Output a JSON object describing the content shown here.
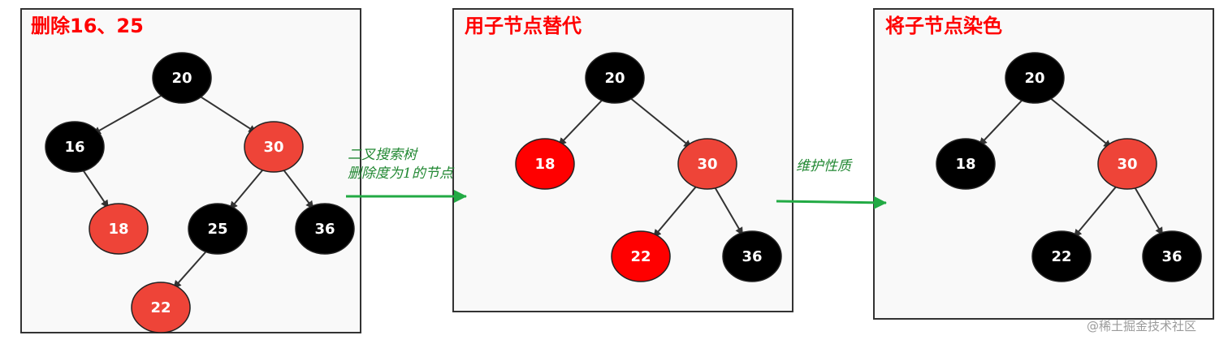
{
  "colors": {
    "black_node": "#000000",
    "red_node": "#ee4438",
    "pure_red_node": "#ff0000",
    "title": "#ff0000",
    "arrow": "#22aa44",
    "arrow_label": "#228833",
    "edge": "#333333",
    "panel_bg": "#f9f9f9"
  },
  "panels": [
    {
      "title": "删除16、25",
      "nodes": [
        {
          "id": "20",
          "label": "20",
          "color": "black"
        },
        {
          "id": "16",
          "label": "16",
          "color": "black"
        },
        {
          "id": "30",
          "label": "30",
          "color": "red"
        },
        {
          "id": "18",
          "label": "18",
          "color": "red"
        },
        {
          "id": "25",
          "label": "25",
          "color": "black"
        },
        {
          "id": "36",
          "label": "36",
          "color": "black"
        },
        {
          "id": "22",
          "label": "22",
          "color": "red"
        }
      ],
      "edges": [
        [
          "20",
          "16"
        ],
        [
          "20",
          "30"
        ],
        [
          "16",
          "18"
        ],
        [
          "30",
          "25"
        ],
        [
          "30",
          "36"
        ],
        [
          "25",
          "22"
        ]
      ]
    },
    {
      "title": "用子节点替代",
      "nodes": [
        {
          "id": "20",
          "label": "20",
          "color": "black"
        },
        {
          "id": "18",
          "label": "18",
          "color": "pure_red"
        },
        {
          "id": "30",
          "label": "30",
          "color": "red"
        },
        {
          "id": "22",
          "label": "22",
          "color": "pure_red"
        },
        {
          "id": "36",
          "label": "36",
          "color": "black"
        }
      ],
      "edges": [
        [
          "20",
          "18"
        ],
        [
          "20",
          "30"
        ],
        [
          "30",
          "22"
        ],
        [
          "30",
          "36"
        ]
      ]
    },
    {
      "title": "将子节点染色",
      "nodes": [
        {
          "id": "20",
          "label": "20",
          "color": "black"
        },
        {
          "id": "18",
          "label": "18",
          "color": "black"
        },
        {
          "id": "30",
          "label": "30",
          "color": "red"
        },
        {
          "id": "22",
          "label": "22",
          "color": "black"
        },
        {
          "id": "36",
          "label": "36",
          "color": "black"
        }
      ],
      "edges": [
        [
          "20",
          "18"
        ],
        [
          "20",
          "30"
        ],
        [
          "30",
          "22"
        ],
        [
          "30",
          "36"
        ]
      ]
    }
  ],
  "transitions": [
    {
      "lines": [
        "二叉搜索树",
        "删除度为1的节点"
      ]
    },
    {
      "lines": [
        "维护性质"
      ]
    }
  ],
  "watermark": "@稀土掘金技术社区"
}
